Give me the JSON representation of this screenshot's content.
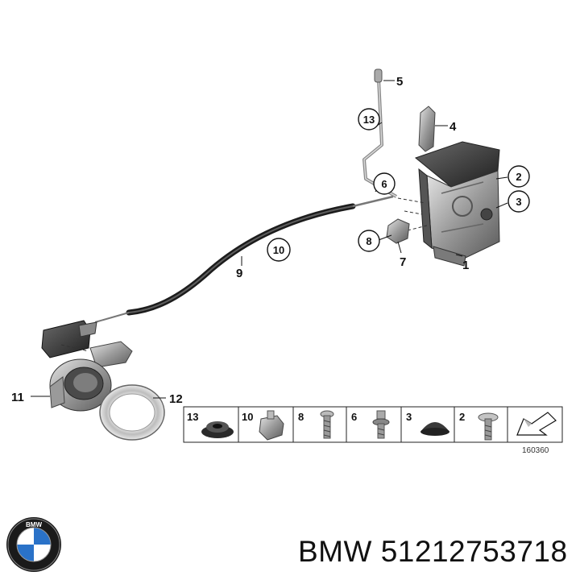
{
  "callouts": [
    {
      "id": "c1",
      "number": "1",
      "circled": false
    },
    {
      "id": "c2",
      "number": "2",
      "circled": true
    },
    {
      "id": "c3",
      "number": "3",
      "circled": true
    },
    {
      "id": "c4",
      "number": "4",
      "circled": false
    },
    {
      "id": "c5",
      "number": "5",
      "circled": false
    },
    {
      "id": "c6",
      "number": "6",
      "circled": true
    },
    {
      "id": "c7",
      "number": "7",
      "circled": false
    },
    {
      "id": "c8",
      "number": "8",
      "circled": true
    },
    {
      "id": "c9",
      "number": "9",
      "circled": false
    },
    {
      "id": "c10",
      "number": "10",
      "circled": true
    },
    {
      "id": "c11",
      "number": "11",
      "circled": false
    },
    {
      "id": "c12",
      "number": "12",
      "circled": false
    },
    {
      "id": "c13",
      "number": "13",
      "circled": true
    }
  ],
  "legend_strip": [
    "13",
    "10",
    "8",
    "6",
    "3",
    "2"
  ],
  "diagram_code": "160360",
  "brand": "BMW",
  "part_number": "51212753718",
  "colors": {
    "line": "#111111",
    "part_dark": "#3a3a3a",
    "part_mid": "#8a8a8a",
    "part_light": "#c8c8c8"
  }
}
